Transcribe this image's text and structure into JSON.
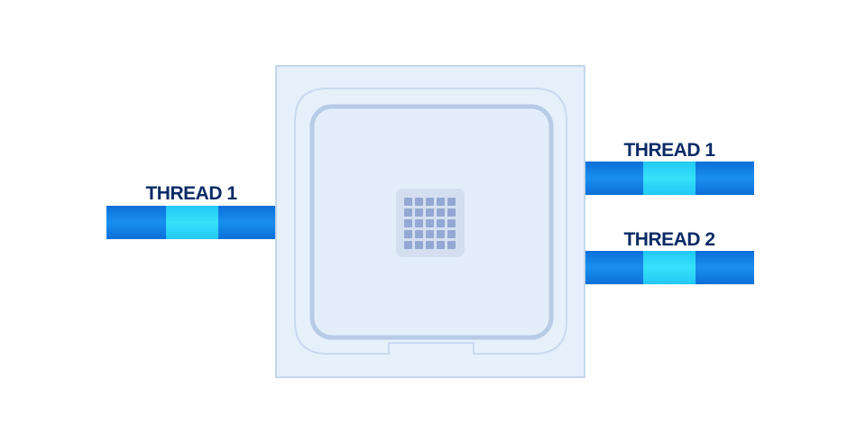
{
  "diagram": {
    "input_thread": {
      "label": "THREAD 1"
    },
    "output_threads": [
      {
        "label": "THREAD 1"
      },
      {
        "label": "THREAD 2"
      }
    ],
    "colors": {
      "thread_dark": "#0a6fd8",
      "thread_mid": "#1a8ff0",
      "thread_highlight": "#2bd6f8",
      "chip_body": "#e6f0fb",
      "chip_border": "#c4d6ec",
      "chip_inner_border": "#b7cbe6",
      "die_fill": "#d3dff0",
      "die_cell": "#93a8d2",
      "label_text": "#0b2b66"
    }
  }
}
